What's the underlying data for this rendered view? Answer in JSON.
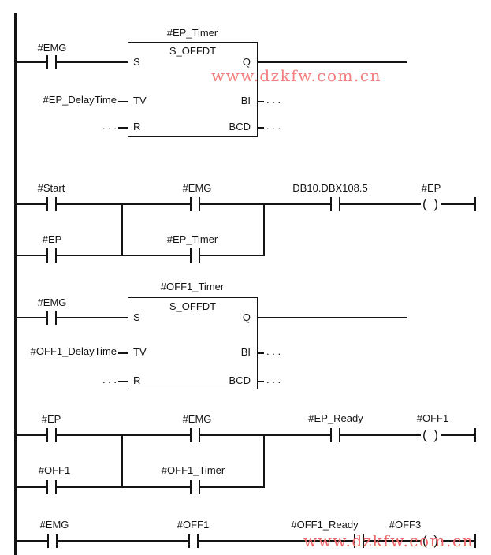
{
  "colors": {
    "line": "#141414",
    "watermark_top": "#f47e7e",
    "watermark_bottom": "#ee6a6a"
  },
  "symbols": {
    "coil": "( )",
    "ellipsis": ". . ."
  },
  "watermarks": {
    "top": "www.dzkfw.com.cn",
    "bottom": "www.dzkfw.com.cn"
  },
  "networks": [
    {
      "kind": "timer",
      "contact": {
        "label": "#EMG"
      },
      "block": {
        "title": "#EP_Timer",
        "type": "S_OFFDT",
        "pin_s": "S",
        "pin_tv": "TV",
        "pin_r": "R",
        "pin_q": "Q",
        "pin_bi": "BI",
        "pin_bcd": "BCD",
        "tv_operand": "#EP_DelayTime",
        "r_operand": ". . .",
        "bi_operand": ". . .",
        "bcd_operand": ". . ."
      }
    },
    {
      "kind": "rung",
      "contacts": [
        {
          "label": "#Start"
        },
        {
          "label": "#EMG"
        },
        {
          "label": "DB10.DBX108.5"
        }
      ],
      "branch_contacts": [
        {
          "label": "#EP"
        },
        {
          "label": "#EP_Timer"
        }
      ],
      "coil": {
        "label": "#EP"
      }
    },
    {
      "kind": "timer",
      "contact": {
        "label": "#EMG"
      },
      "block": {
        "title": "#OFF1_Timer",
        "type": "S_OFFDT",
        "pin_s": "S",
        "pin_tv": "TV",
        "pin_r": "R",
        "pin_q": "Q",
        "pin_bi": "BI",
        "pin_bcd": "BCD",
        "tv_operand": "#OFF1_DelayTime",
        "r_operand": ". . .",
        "bi_operand": ". . .",
        "bcd_operand": ". . ."
      }
    },
    {
      "kind": "rung",
      "contacts": [
        {
          "label": "#EP"
        },
        {
          "label": "#EMG"
        },
        {
          "label": "#EP_Ready"
        }
      ],
      "branch_contacts": [
        {
          "label": "#OFF1"
        },
        {
          "label": "#OFF1_Timer"
        }
      ],
      "coil": {
        "label": "#OFF1"
      }
    },
    {
      "kind": "rung",
      "contacts": [
        {
          "label": "#EMG"
        },
        {
          "label": "#OFF1"
        },
        {
          "label": "#OFF1_Ready"
        }
      ],
      "coil": {
        "label": "#OFF3"
      }
    }
  ]
}
